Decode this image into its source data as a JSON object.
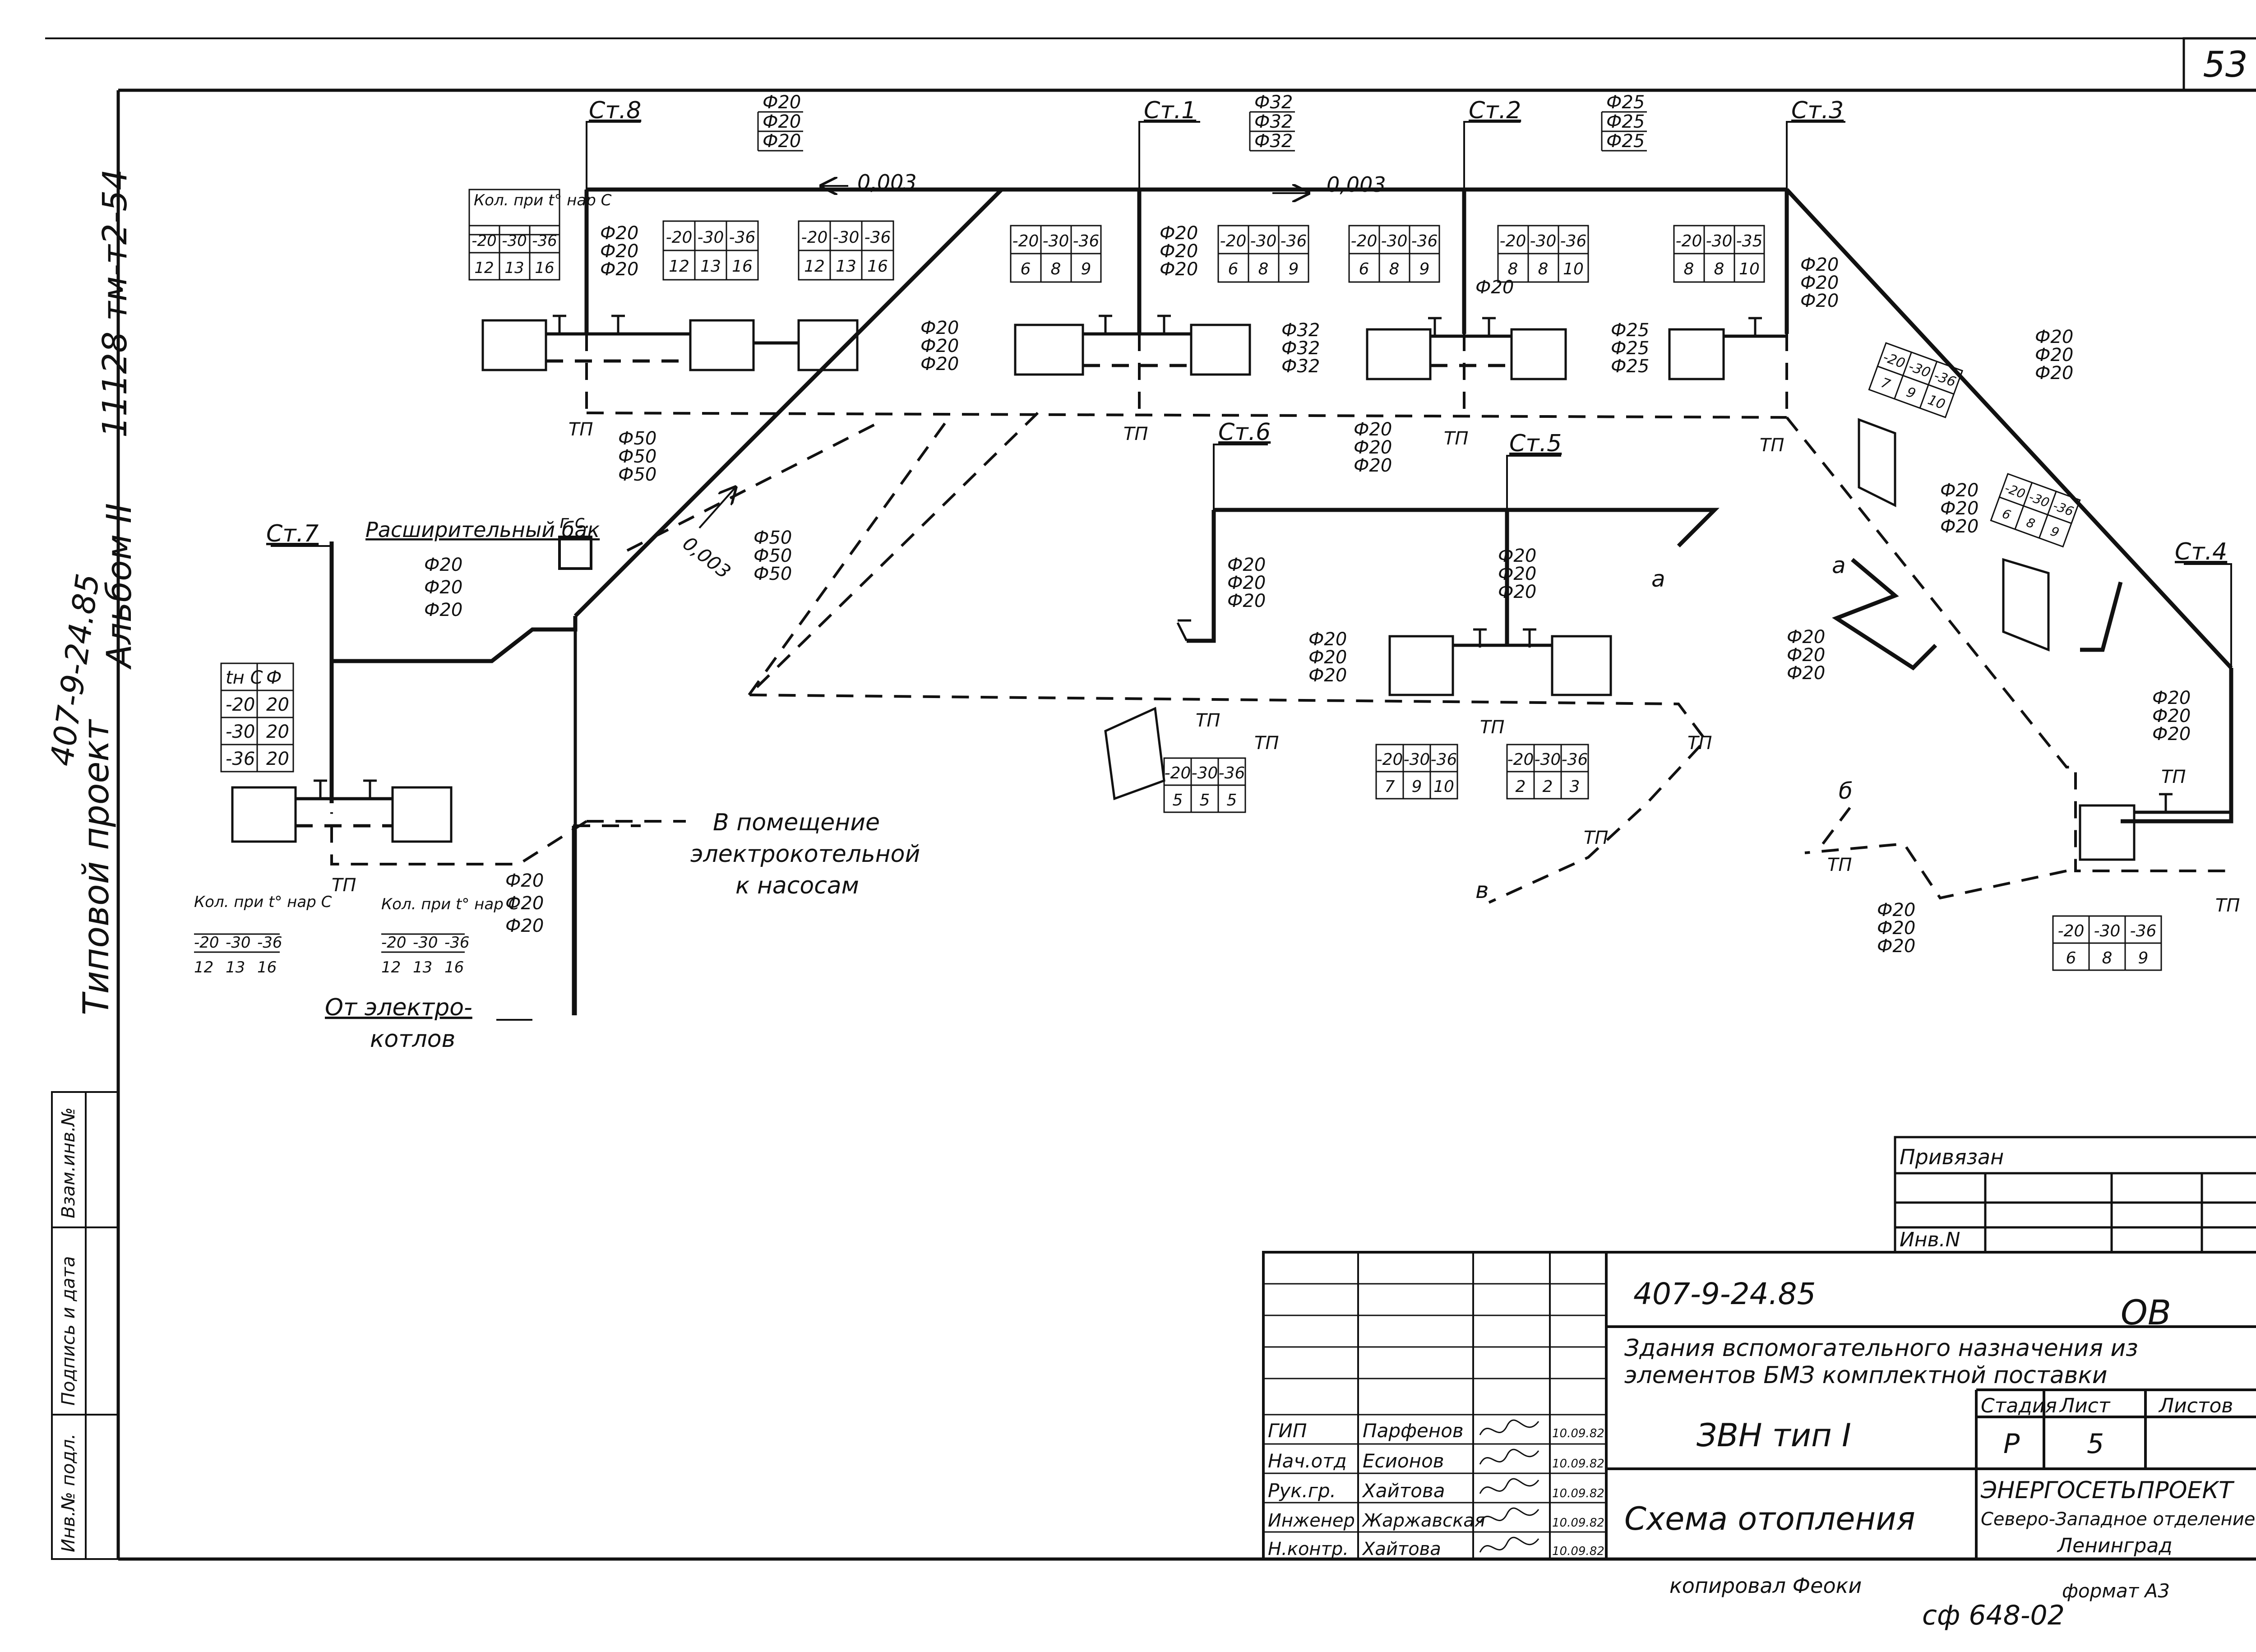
{
  "sheet_number": "53",
  "project": {
    "ref": "407-9-24.85",
    "series": "11128 тм-т2-54",
    "album": "Альбом II",
    "type": "Типовой проект"
  },
  "side_stamp": {
    "inv_n_podl": "Инв.№ подл.",
    "podpis": "Подпись и дата",
    "vzam": "Взам.инв.№"
  },
  "risers": [
    "Ст.8",
    "Ст.1",
    "Ст.2",
    "Ст.3",
    "Ст.4",
    "Ст.5",
    "Ст.6",
    "Ст.7"
  ],
  "slopes": [
    "0,003",
    "0,003",
    "0,003"
  ],
  "pipe_sizes": {
    "st8": [
      "Ф20",
      "Ф20",
      "Ф20"
    ],
    "st1": [
      "Ф32",
      "Ф32",
      "Ф32"
    ],
    "st2": [
      "Ф25",
      "Ф25",
      "Ф25"
    ],
    "d20": [
      "Ф20",
      "Ф20",
      "Ф20"
    ],
    "d25": [
      "Ф25",
      "Ф25",
      "Ф25"
    ],
    "d32": [
      "Ф32",
      "Ф32",
      "Ф32"
    ],
    "d50": [
      "Ф50",
      "Ф50",
      "Ф50"
    ],
    "single20": "Ф20"
  },
  "rad_tables": [
    {
      "h": [
        "-20",
        "-30",
        "-36"
      ],
      "v": [
        "12",
        "13",
        "16"
      ]
    },
    {
      "h": [
        "-20",
        "-30",
        "-36"
      ],
      "v": [
        "12",
        "13",
        "16"
      ]
    },
    {
      "h": [
        "-20",
        "-30",
        "-36"
      ],
      "v": [
        "6",
        "8",
        "9"
      ]
    },
    {
      "h": [
        "-20",
        "-30",
        "-36"
      ],
      "v": [
        "6",
        "8",
        "9"
      ]
    },
    {
      "h": [
        "-20",
        "-30",
        "-36"
      ],
      "v": [
        "6",
        "8",
        "9"
      ]
    },
    {
      "h": [
        "-20",
        "-30",
        "-36"
      ],
      "v": [
        "8",
        "8",
        "10"
      ]
    },
    {
      "h": [
        "-20",
        "-30",
        "-35"
      ],
      "v": [
        "8",
        "8",
        "10"
      ]
    },
    {
      "h": [
        "-20",
        "-30",
        "-36"
      ],
      "v": [
        "7",
        "9",
        "10"
      ]
    },
    {
      "h": [
        "-20",
        "-30",
        "-36"
      ],
      "v": [
        "6",
        "8",
        "9"
      ]
    },
    {
      "h": [
        "-20",
        "-30",
        "-36"
      ],
      "v": [
        "5",
        "5",
        "5"
      ]
    },
    {
      "h": [
        "-20",
        "-30",
        "-36"
      ],
      "v": [
        "7",
        "9",
        "10"
      ]
    },
    {
      "h": [
        "-20",
        "-30",
        "-36"
      ],
      "v": [
        "2",
        "2",
        "3"
      ]
    },
    {
      "h": [
        "-20",
        "-30",
        "-36"
      ],
      "v": [
        "6",
        "8",
        "9"
      ]
    }
  ],
  "kol_pri": "Кол. при t° нар С",
  "legend_kol": {
    "rows": [
      [
        "-20",
        "-30",
        "-36"
      ],
      [
        "12",
        "13",
        "16"
      ]
    ]
  },
  "st7_table": {
    "head": [
      "tн С",
      "Ф"
    ],
    "rows": [
      [
        "-20",
        "20"
      ],
      [
        "-30",
        "20"
      ],
      [
        "-36",
        "20"
      ]
    ]
  },
  "tp": "ТП",
  "marks": {
    "a": "а",
    "b": "б",
    "v": "в"
  },
  "tank_label": "Расширительный бак",
  "gs_label": "г.с.",
  "note_boiler": [
    "В помещение",
    "электрокотельной",
    "к насосам"
  ],
  "note_from": [
    "От электро-",
    "котлов"
  ],
  "title_block": {
    "privyazan": "Привязан",
    "inv_n": "Инв.N",
    "doc_code": "407-9-24.85",
    "mark": "ОВ",
    "building": [
      "Здания вспомогательного назначения из",
      "элементов БМЗ комплектной поставки"
    ],
    "object": "ЗВН тип I",
    "sheet_title": "Схема отопления",
    "stage_h": "Стадия",
    "list_h": "Лист",
    "listov_h": "Листов",
    "stage": "Р",
    "list": "5",
    "org": [
      "ЭНЕРГОСЕТЬПРОЕКТ",
      "Северо-Западное отделение",
      "Ленинград"
    ],
    "staff": [
      {
        "role": "ГИП",
        "name": "Парфенов",
        "date": "10.09.82"
      },
      {
        "role": "Нач.отд",
        "name": "Есионов",
        "date": "10.09.82"
      },
      {
        "role": "Рук.гр.",
        "name": "Хайтова",
        "date": "10.09.82"
      },
      {
        "role": "Инженер",
        "name": "Жаржавская",
        "date": "10.09.82"
      },
      {
        "role": "Н.контр.",
        "name": "Хайтова",
        "date": "10.09.82"
      }
    ]
  },
  "footer": {
    "copied": "копировал  Феоки",
    "format": "формат А3",
    "code": "сф 648-02"
  }
}
